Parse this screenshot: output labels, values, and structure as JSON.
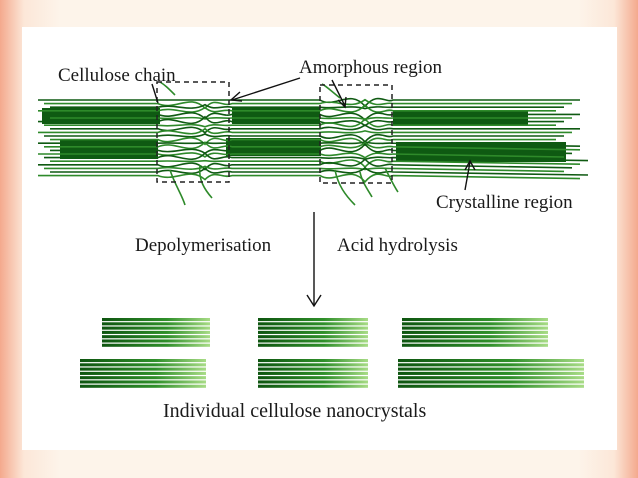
{
  "labels": {
    "cellulose_chain": "Cellulose chain",
    "amorphous_region": "Amorphous region",
    "crystalline_region": "Crystalline region",
    "depolymerisation": "Depolymerisation",
    "acid_hydrolysis": "Acid hydrolysis",
    "nanocrystals": "Individual cellulose nanocrystals"
  },
  "colors": {
    "dark_green": "#0f5a12",
    "mid_green": "#2e8a2a",
    "light_green": "#8fd070",
    "box_dash": "#222222"
  }
}
